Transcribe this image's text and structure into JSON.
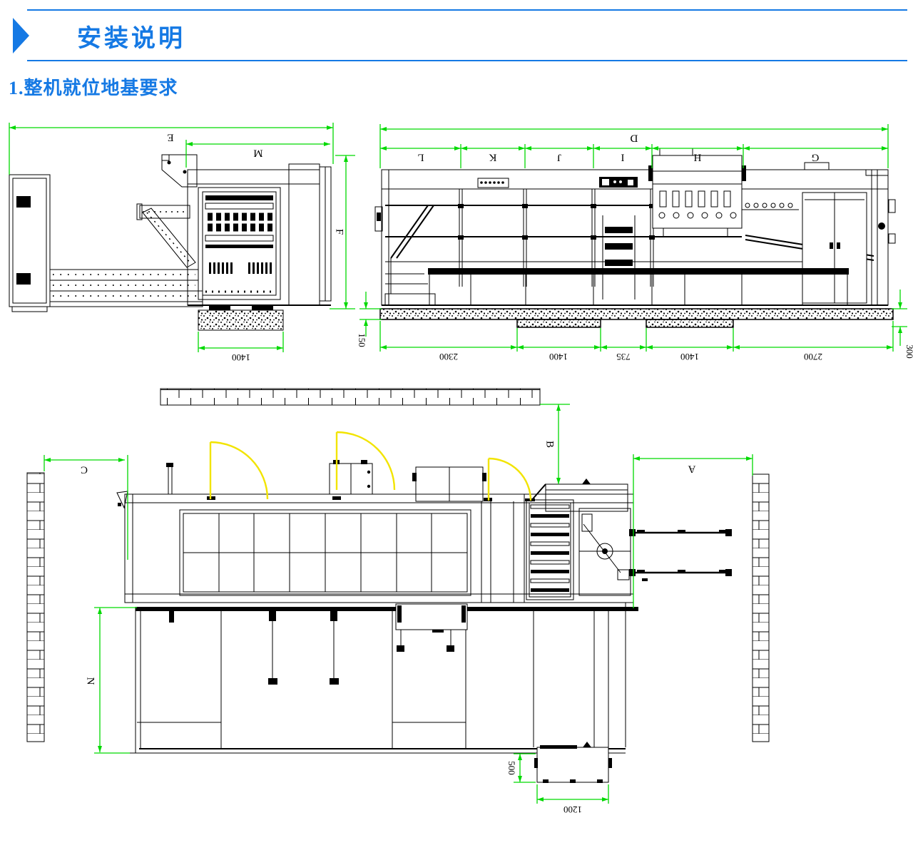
{
  "header": {
    "title": "安装说明"
  },
  "section": {
    "heading": "1.整机就位地基要求"
  },
  "colors": {
    "accent_blue": "#1579e4",
    "dimension_green": "#00d900",
    "door_yellow": "#f2e400",
    "drawing_black": "#000000"
  },
  "front_view": {
    "dims": {
      "overall_width": "E",
      "upper_width": "M",
      "overall_height": "F",
      "pit_width": "1400"
    }
  },
  "side_view": {
    "dims": {
      "overall_length": "D",
      "seg_l": "L",
      "seg_k": "K",
      "seg_j": "J",
      "seg_i": "I",
      "seg_h": "H",
      "seg_g": "G",
      "found_1": "2300",
      "found_2": "1400",
      "found_3": "735",
      "found_4": "1400",
      "found_5": "2700",
      "slab_thickness": "150",
      "right_depth": "300"
    }
  },
  "plan_view": {
    "dims": {
      "left_clearance": "C",
      "rear_clearance": "B",
      "right_clearance": "A",
      "front_clearance": "N",
      "box_offset": "500",
      "box_width": "1200"
    }
  }
}
